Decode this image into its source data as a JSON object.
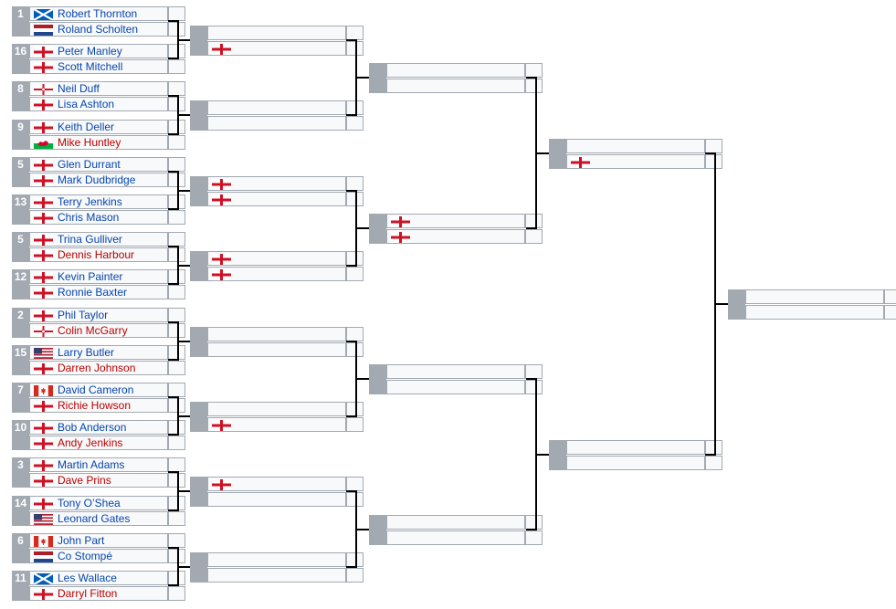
{
  "colors": {
    "winner_text": "#0645ad",
    "loser_text": "#ba0000",
    "seed_bg": "#a2a9b1",
    "cell_bg": "#f8f9fa",
    "border": "#a2a9b1"
  },
  "first_round": [
    {
      "seed": "1",
      "players": [
        {
          "name": "Robert Thornton",
          "flag": "scotland",
          "result": "win"
        },
        {
          "name": "Roland Scholten",
          "flag": "netherlands",
          "result": "win"
        }
      ]
    },
    {
      "seed": "16",
      "players": [
        {
          "name": "Peter Manley",
          "flag": "england",
          "result": "win"
        },
        {
          "name": "Scott Mitchell",
          "flag": "england",
          "result": "win"
        }
      ]
    },
    {
      "seed": "8",
      "players": [
        {
          "name": "Neil Duff",
          "flag": "northern-ireland",
          "result": "win"
        },
        {
          "name": "Lisa Ashton",
          "flag": "england",
          "result": "win"
        }
      ]
    },
    {
      "seed": "9",
      "players": [
        {
          "name": "Keith Deller",
          "flag": "england",
          "result": "win"
        },
        {
          "name": "Mike Huntley",
          "flag": "wales",
          "result": "loss"
        }
      ]
    },
    {
      "seed": "5",
      "players": [
        {
          "name": "Glen Durrant",
          "flag": "england",
          "result": "win"
        },
        {
          "name": "Mark Dudbridge",
          "flag": "england",
          "result": "win"
        }
      ]
    },
    {
      "seed": "13",
      "players": [
        {
          "name": "Terry Jenkins",
          "flag": "england",
          "result": "win"
        },
        {
          "name": "Chris Mason",
          "flag": "england",
          "result": "win"
        }
      ]
    },
    {
      "seed": "5",
      "players": [
        {
          "name": "Trina Gulliver",
          "flag": "england",
          "result": "win"
        },
        {
          "name": "Dennis Harbour",
          "flag": "england",
          "result": "loss"
        }
      ]
    },
    {
      "seed": "12",
      "players": [
        {
          "name": "Kevin Painter",
          "flag": "england",
          "result": "win"
        },
        {
          "name": "Ronnie Baxter",
          "flag": "england",
          "result": "win"
        }
      ]
    },
    {
      "seed": "2",
      "players": [
        {
          "name": "Phil Taylor",
          "flag": "england",
          "result": "win"
        },
        {
          "name": "Colin McGarry",
          "flag": "northern-ireland",
          "result": "loss"
        }
      ]
    },
    {
      "seed": "15",
      "players": [
        {
          "name": "Larry Butler",
          "flag": "usa",
          "result": "win"
        },
        {
          "name": "Darren Johnson",
          "flag": "england",
          "result": "loss"
        }
      ]
    },
    {
      "seed": "7",
      "players": [
        {
          "name": "David Cameron",
          "flag": "canada",
          "result": "win"
        },
        {
          "name": "Richie Howson",
          "flag": "england",
          "result": "loss"
        }
      ]
    },
    {
      "seed": "10",
      "players": [
        {
          "name": "Bob Anderson",
          "flag": "england",
          "result": "win"
        },
        {
          "name": "Andy Jenkins",
          "flag": "england",
          "result": "loss"
        }
      ]
    },
    {
      "seed": "3",
      "players": [
        {
          "name": "Martin Adams",
          "flag": "england",
          "result": "win"
        },
        {
          "name": "Dave Prins",
          "flag": "england",
          "result": "loss"
        }
      ]
    },
    {
      "seed": "14",
      "players": [
        {
          "name": "Tony O’Shea",
          "flag": "england",
          "result": "win"
        },
        {
          "name": "Leonard Gates",
          "flag": "usa",
          "result": "win"
        }
      ]
    },
    {
      "seed": "6",
      "players": [
        {
          "name": "John Part",
          "flag": "canada",
          "result": "win"
        },
        {
          "name": "Co Stompé",
          "flag": "netherlands",
          "result": "win"
        }
      ]
    },
    {
      "seed": "11",
      "players": [
        {
          "name": "Les Wallace",
          "flag": "scotland",
          "result": "win"
        },
        {
          "name": "Darryl Fitton",
          "flag": "england",
          "result": "loss"
        }
      ]
    }
  ],
  "second_round": [
    {
      "flags": [
        "",
        "england"
      ]
    },
    {
      "flags": [
        "",
        ""
      ]
    },
    {
      "flags": [
        "england",
        "england"
      ]
    },
    {
      "flags": [
        "england",
        "england"
      ]
    },
    {
      "flags": [
        "",
        ""
      ]
    },
    {
      "flags": [
        "",
        "england"
      ]
    },
    {
      "flags": [
        "england",
        ""
      ]
    },
    {
      "flags": [
        "",
        ""
      ]
    }
  ],
  "quarter_finals": [
    {
      "flags": [
        "",
        ""
      ]
    },
    {
      "flags": [
        "england",
        "england"
      ]
    },
    {
      "flags": [
        "",
        ""
      ]
    },
    {
      "flags": [
        "",
        ""
      ]
    }
  ],
  "semi_finals": [
    {
      "flags": [
        "",
        "england"
      ]
    },
    {
      "flags": [
        "",
        ""
      ]
    }
  ],
  "final": [
    {
      "flags": [
        "",
        ""
      ]
    }
  ]
}
